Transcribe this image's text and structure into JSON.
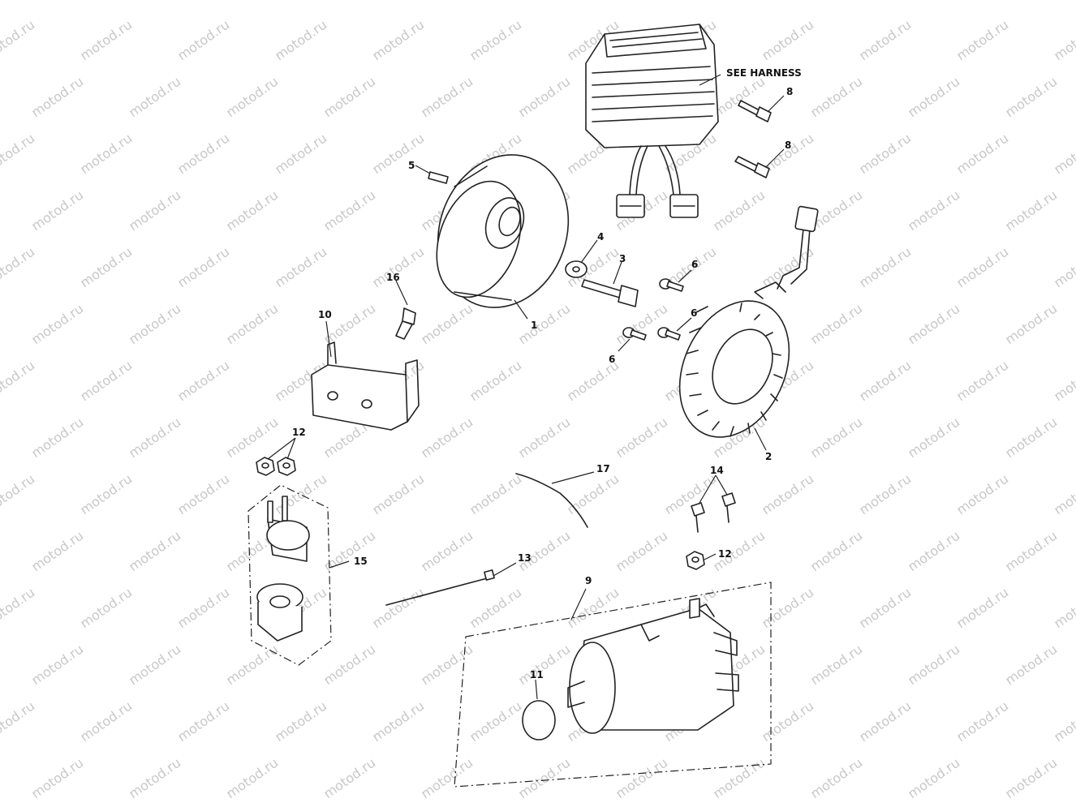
{
  "watermark": "motod.ru",
  "annotation": {
    "see_harness": "SEE HARNESS"
  },
  "parts": {
    "p1": "1",
    "p2": "2",
    "p3": "3",
    "p4": "4",
    "p5": "5",
    "p6a": "6",
    "p6b": "6",
    "p6c": "6",
    "p8a": "8",
    "p8b": "8",
    "p9": "9",
    "p10": "10",
    "p11": "11",
    "p12a": "12",
    "p12b": "12",
    "p13": "13",
    "p14": "14",
    "p15": "15",
    "p16": "16",
    "p17": "17"
  }
}
